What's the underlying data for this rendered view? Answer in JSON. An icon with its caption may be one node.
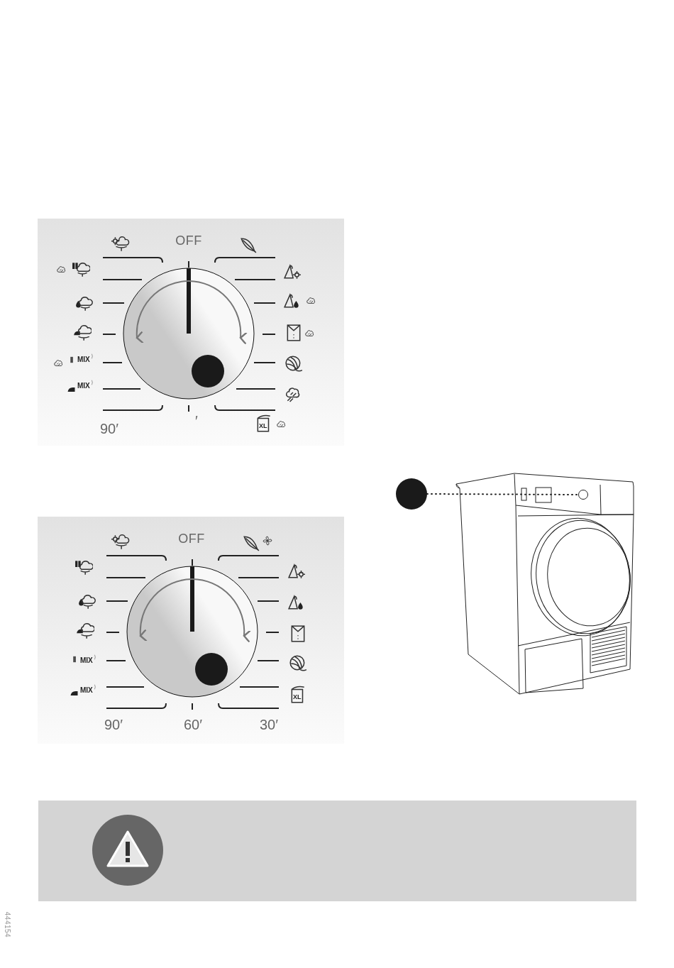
{
  "diagram": {
    "nodes": [
      {
        "text": [],
        "shape": "circle"
      },
      {
        "text": [],
        "shape": "circle"
      }
    ],
    "edges": [
      {
        "from": 0,
        "to": 1,
        "arrow": "none",
        "style": "dashed"
      }
    ],
    "labels": [
      "OFF",
      "MIX",
      "MIX",
      "90′",
      "′",
      "XL",
      "OFF",
      "MIX",
      "MIX",
      "XL",
      "90′",
      "60′",
      "30′",
      "444154"
    ]
  }
}
